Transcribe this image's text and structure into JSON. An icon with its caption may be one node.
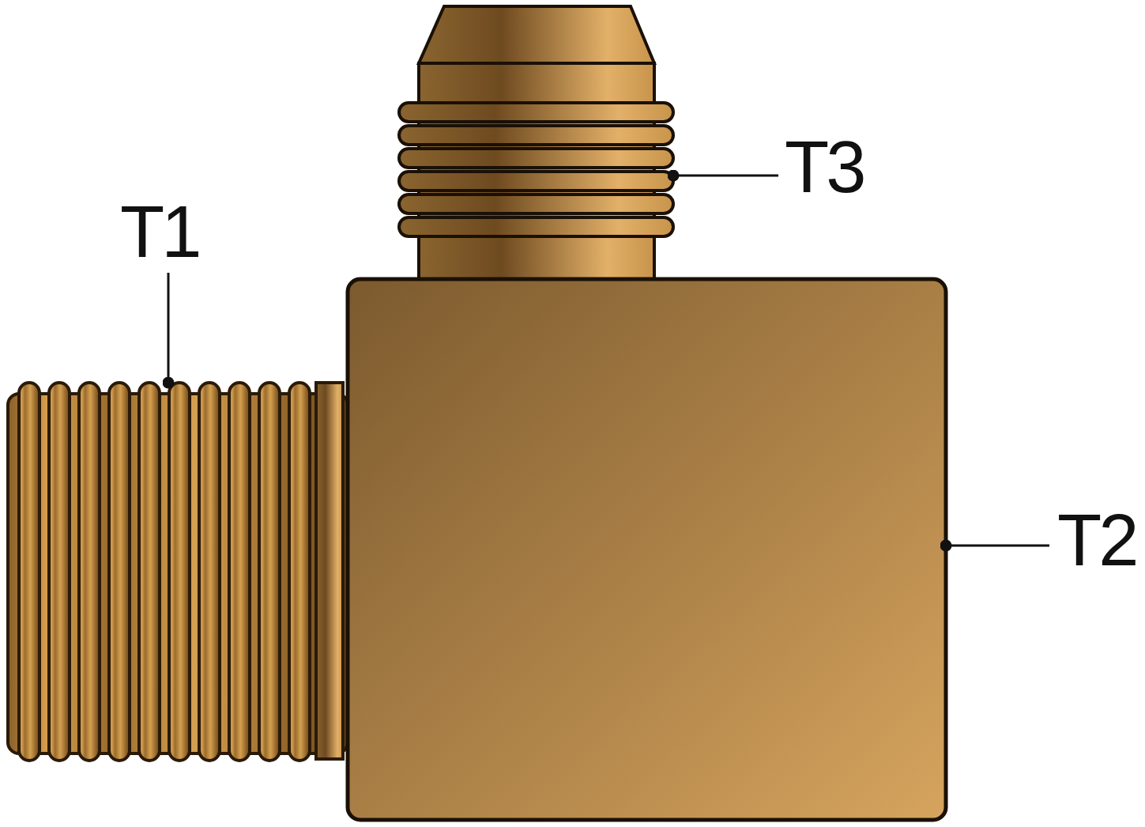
{
  "diagram": {
    "nodes": [
      {
        "text": [
          "T3"
        ]
      },
      {
        "text": [
          "T1"
        ]
      },
      {
        "text": [
          "T2"
        ]
      },
      {
        "text": [],
        "shape": "picture"
      },
      {
        "text": [],
        "shape": "picture"
      },
      {
        "text": [],
        "shape": "picture"
      }
    ],
    "edges": [
      {
        "from": 0,
        "to": 5,
        "arrow": "other"
      },
      {
        "from": 1,
        "to": 3,
        "arrow": "other"
      },
      {
        "from": 2,
        "to": 4,
        "arrow": "other"
      }
    ]
  }
}
